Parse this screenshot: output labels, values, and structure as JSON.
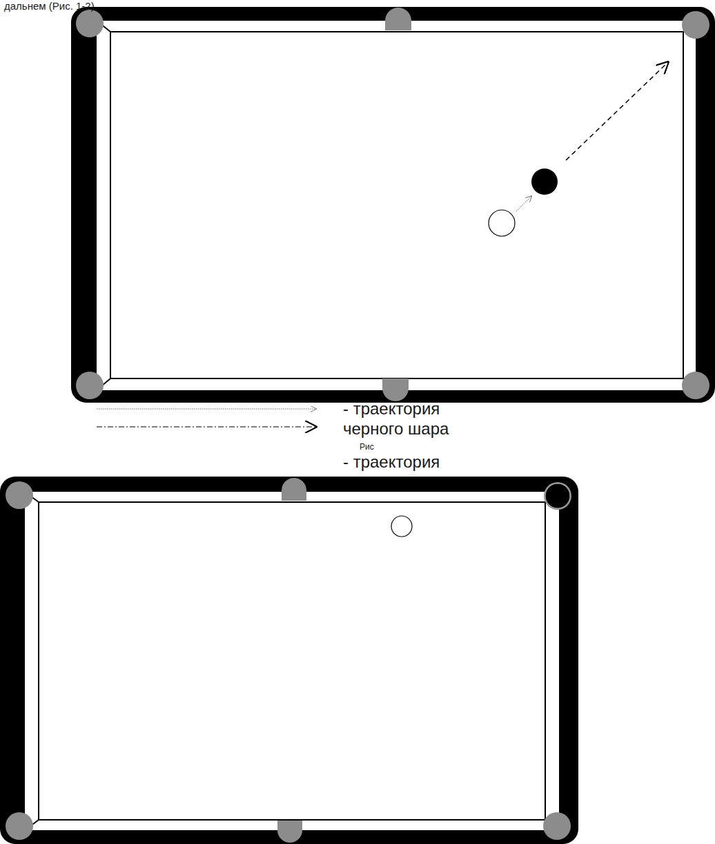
{
  "diagram": {
    "labels": [
      "дальнем (Рис. 1-2).",
      "Рис"
    ],
    "legend": [
      {
        "text": "- траектория черного шара"
      },
      {
        "text": "- траектория"
      }
    ]
  }
}
